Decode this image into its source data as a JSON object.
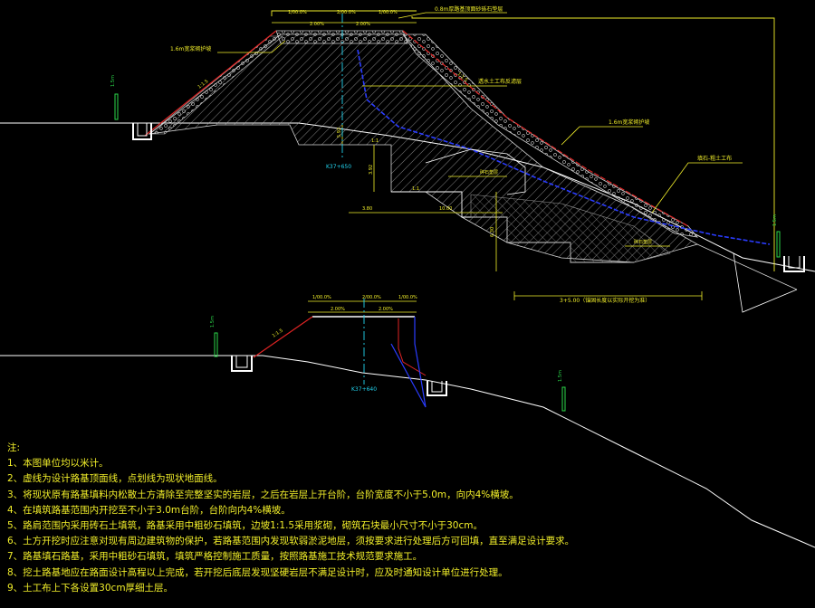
{
  "labels": {
    "top_dim_left": "1/00.0%",
    "top_dim_mid": "2/00.0%",
    "top_dim_right": "1/00.0%",
    "slope_left_pct": "2.00%",
    "slope_right_pct": "2.00%",
    "top_note": "0.8m厚路基顶面砂砾石垫层",
    "left_protection": "1.6m宽浆砌护坡",
    "filter_layer": "透水土工布反滤层",
    "right_protection": "1.6m宽浆砌护坡",
    "rock_fill": "填石-粗土工布",
    "upper_bench": "碎石垫层",
    "lower_bench": "碎石垫层",
    "stake_top": "K37+650",
    "dim_380": "3.80",
    "dim_1000": "10.00",
    "dim_630": "6.30",
    "dim_h1": "3.92",
    "dim_h2": "5.92",
    "note_right": "3+5.00（锚固长度以实际开挖为准）",
    "slope_left": "1:1.5",
    "slope_right": "1:1.5",
    "ratio_a": "1:1",
    "ratio_b": "1:1",
    "side_left": "1.5m",
    "side_right": "1.5m",
    "lower_dim_left": "1/00.0%",
    "lower_dim_right": "1/00.0%",
    "lower_top_mid": "2/00.0%",
    "lower_slope_left_pct": "2.00%",
    "lower_slope_right_pct": "2.00%",
    "lower_slope": "1:1.5",
    "stake_bottom": "K37+640",
    "side_lower_left": "1.5m",
    "side_lower_right": "1.5m"
  },
  "notes": {
    "heading": "注:",
    "items": [
      "1、本图单位均以米计。",
      "2、虚线为设计路基顶面线，点划线为现状地面线。",
      "3、将现状原有路基填料内松散土方清除至完整坚实的岩层，之后在岩层上开台阶，台阶宽度不小于5.0m，向内4%横坡。",
      "4、在填筑路基范围内开挖至不小于3.0m台阶，台阶向内4%横坡。",
      "5、路肩范围内采用砖石土填筑，路基采用中粗砂石填筑，边坡1:1.5采用浆砌，砌筑石块最小尺寸不小于30cm。",
      "6、土方开挖时应注意对现有周边建筑物的保护，若路基范围内发现软弱淤泥地层，须按要求进行处理后方可回填，直至满足设计要求。",
      "7、路基填石路基，采用中粗砂石填筑，填筑严格控制施工质量，按照路基施工技术规范要求施工。",
      "8、挖土路基地应在路面设计高程以上完成，若开挖后底层发现坚硬岩层不满足设计时，应及时通知设计单位进行处理。",
      "9、土工布上下各设置30cm厚细土层。"
    ]
  },
  "colors": {
    "background": "#000000",
    "yellow": "#f2ef2a",
    "red": "#e02424",
    "green": "#2bd94a",
    "white": "#ffffff",
    "cyan": "#22d3ee",
    "blue": "#2a3cff",
    "gray": "#9a9a9a"
  }
}
